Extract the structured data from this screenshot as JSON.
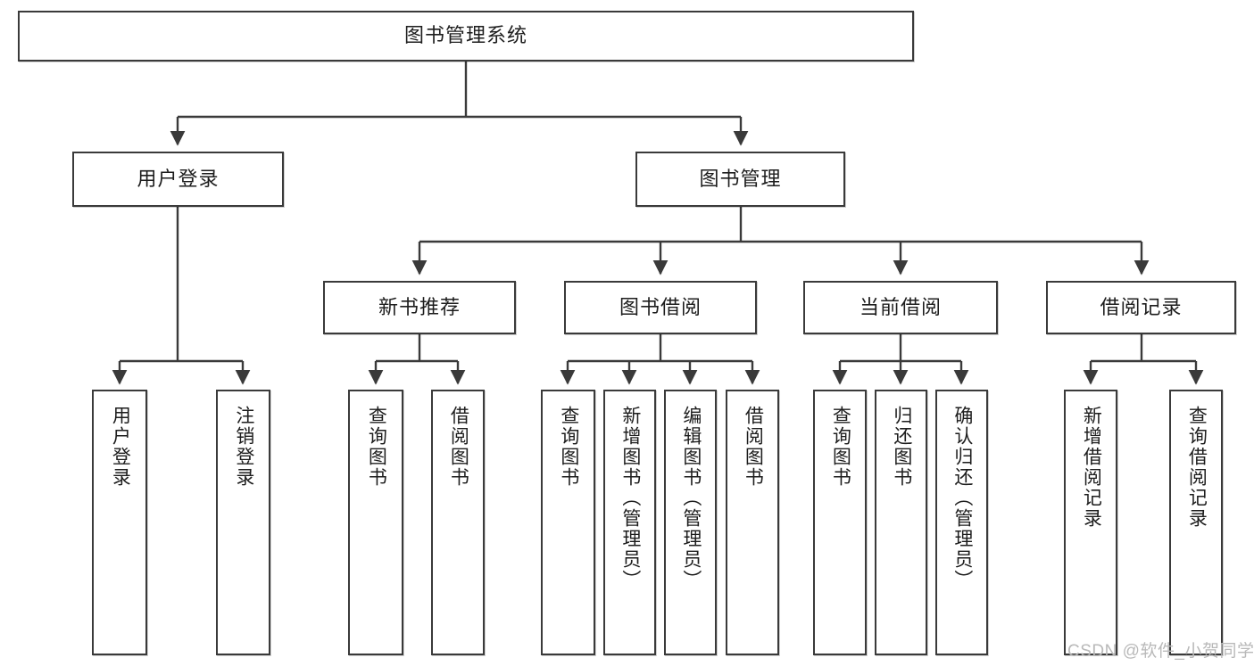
{
  "diagram": {
    "title": "图书管理系统",
    "type": "function-structure-tree",
    "watermark": "CSDN @软件_小贺同学",
    "colors": {
      "box_border": "#3a3a3a",
      "box_fill": "#ffffff",
      "edge": "#3a3a3a",
      "text": "#1d1d1d",
      "watermark": "#b9b9b9",
      "page_background": "#ffffff"
    },
    "root": {
      "label": "图书管理系统"
    },
    "level2": [
      {
        "label": "用户登录"
      },
      {
        "label": "图书管理"
      }
    ],
    "level3": [
      {
        "label": "新书推荐"
      },
      {
        "label": "图书借阅"
      },
      {
        "label": "当前借阅"
      },
      {
        "label": "借阅记录"
      }
    ],
    "leaves": {
      "user_login": [
        {
          "label": "用户登录"
        },
        {
          "label": "注销登录"
        }
      ],
      "new_book_recommend": [
        {
          "label": "查询图书"
        },
        {
          "label": "借阅图书"
        }
      ],
      "book_borrow": [
        {
          "label": "查询图书"
        },
        {
          "label": "新增图书（管理员）"
        },
        {
          "label": "编辑图书（管理员）"
        },
        {
          "label": "借阅图书"
        }
      ],
      "current_borrow": [
        {
          "label": "查询图书"
        },
        {
          "label": "归还图书"
        },
        {
          "label": "确认归还（管理员）"
        }
      ],
      "borrow_record": [
        {
          "label": "新增借阅记录"
        },
        {
          "label": "查询借阅记录"
        }
      ]
    }
  }
}
